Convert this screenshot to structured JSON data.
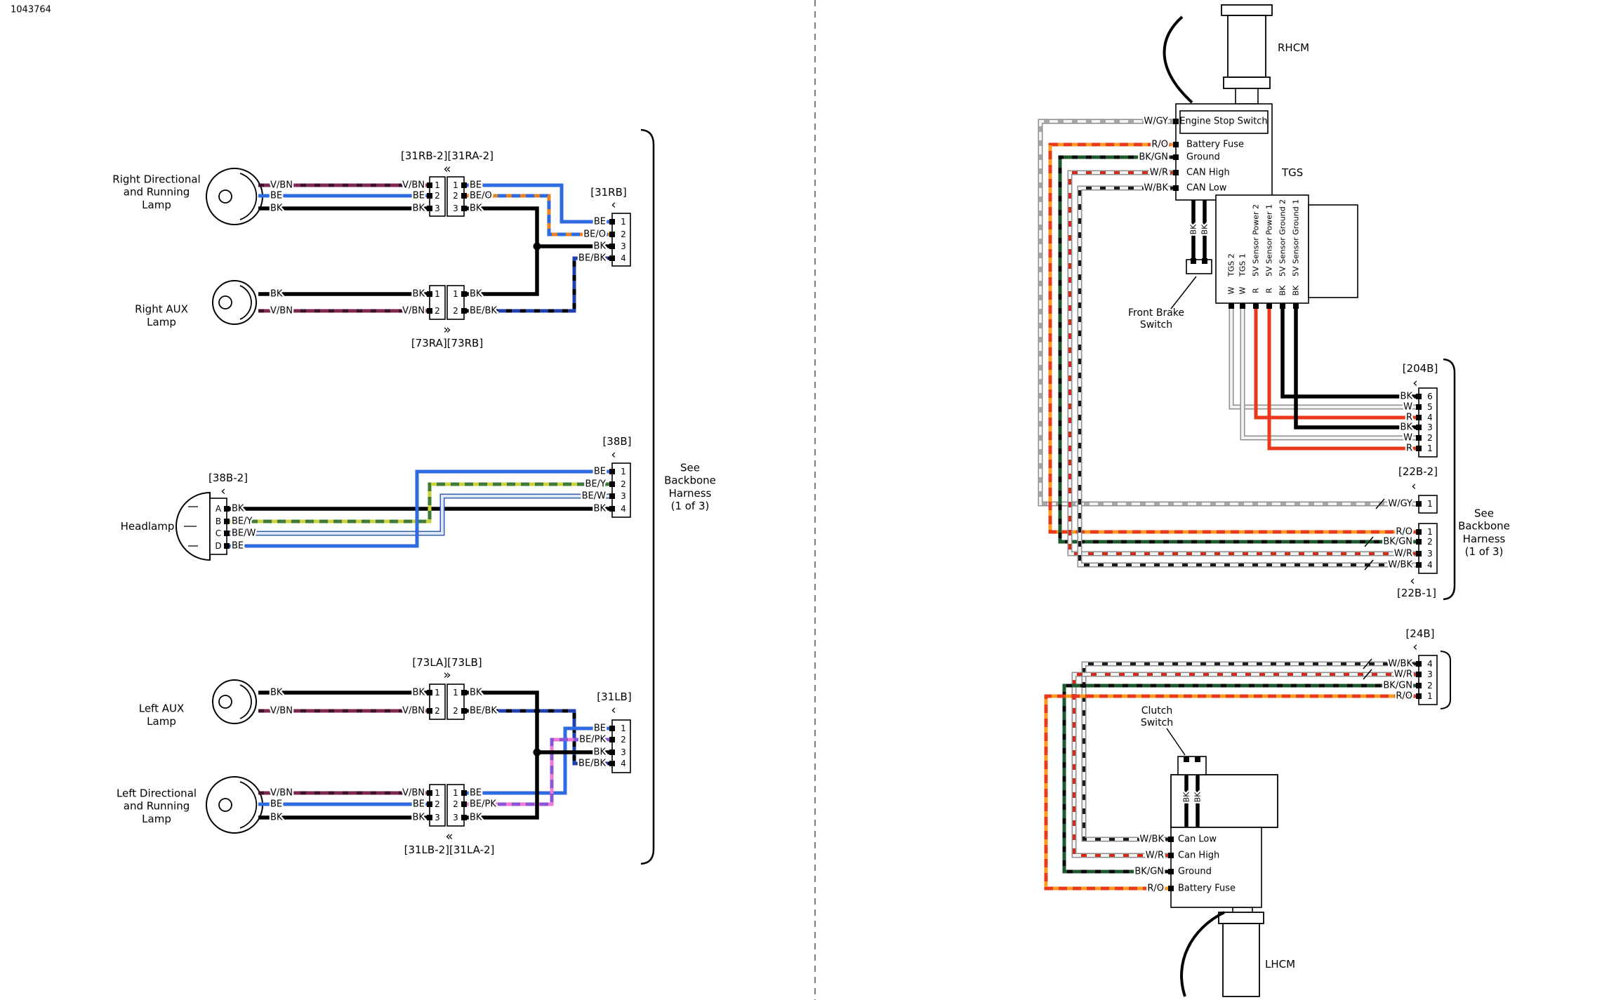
{
  "doc_number": "1043764",
  "icons": {
    "chevron_in": "«",
    "chevron_out": "»",
    "chevron": "‹"
  },
  "colors": {
    "BK": {
      "base": "#000000"
    },
    "BE": {
      "base": "#2e6ae0"
    },
    "V/BN": {
      "base": "#7d2750",
      "stripe": "#3c1026"
    },
    "BE/O": {
      "base": "#2e6ae0",
      "stripe": "#e8821e"
    },
    "BE/BK": {
      "base": "#1f3fae",
      "stripe": "#000000"
    },
    "BE/Y": {
      "base": "#3f7a3a",
      "stripe": "#c9d43a"
    },
    "BE/W": {
      "base": "#dce8fa",
      "outline": "#3a5fb0"
    },
    "BE/PK": {
      "base": "#8a55d8",
      "stripe": "#ef7ad8"
    },
    "W/GY": {
      "base": "#f2f2f2",
      "outline": "#8f8f8f",
      "stripe": "#a8a8a8"
    },
    "W/R": {
      "base": "#f2f2f2",
      "outline": "#8f8f8f",
      "stripe": "#d42a1a"
    },
    "W/BK": {
      "base": "#f2f2f2",
      "outline": "#8f8f8f",
      "stripe": "#1a1a1a"
    },
    "R/O": {
      "base": "#e8391a",
      "stripe": "#ff9a20"
    },
    "BK/GN": {
      "base": "#1c5a2e",
      "stripe": "#0a0a0a"
    },
    "W": {
      "base": "#f2f2f2",
      "outline": "#8f8f8f"
    },
    "R": {
      "base": "#e8391a"
    }
  },
  "left": {
    "lamps": {
      "right_directional": "Right Directional\nand Running\nLamp",
      "right_aux": "Right AUX\nLamp",
      "headlamp": "Headlamp",
      "left_aux": "Left AUX\nLamp",
      "left_directional": "Left Directional\nand Running\nLamp"
    },
    "note": "See\nBackbone\nHarness\n(1 of 3)",
    "connectors": {
      "c31r_pair": {
        "label": "[31RB-2][31RA-2]",
        "pins": [
          "1",
          "2",
          "3"
        ],
        "left_wires": [
          "V/BN",
          "BE",
          "BK"
        ],
        "right_wires": [
          "BE",
          "BE/O",
          "BK"
        ]
      },
      "c31rb": {
        "label": "[31RB]",
        "pins": [
          "1",
          "2",
          "3",
          "4"
        ],
        "wires": [
          "BE",
          "BE/O",
          "BK",
          "BE/BK"
        ]
      },
      "c73r_pair": {
        "label": "[73RA][73RB]",
        "pins": [
          "1",
          "2"
        ],
        "left_wires": [
          "BK",
          "V/BN"
        ],
        "right_wires": [
          "BK",
          "BE/BK"
        ]
      },
      "c38b2": {
        "label": "[38B-2]",
        "pins": [
          "A",
          "B",
          "C",
          "D"
        ],
        "wires": [
          "BK",
          "BE/Y",
          "BE/W",
          "BE"
        ]
      },
      "c38b": {
        "label": "[38B]",
        "pins": [
          "1",
          "2",
          "3",
          "4"
        ],
        "wires": [
          "BE",
          "BE/Y",
          "BE/W",
          "BK"
        ]
      },
      "c73l_pair": {
        "label": "[73LA][73LB]",
        "pins": [
          "1",
          "2"
        ],
        "left_wires": [
          "BK",
          "V/BN"
        ],
        "right_wires": [
          "BK",
          "BE/BK"
        ]
      },
      "c31lb": {
        "label": "[31LB]",
        "pins": [
          "1",
          "2",
          "3",
          "4"
        ],
        "wires": [
          "BE",
          "BE/PK",
          "BK",
          "BE/BK"
        ]
      },
      "c31l_pair": {
        "label": "[31LB-2][31LA-2]",
        "pins": [
          "1",
          "2",
          "3"
        ],
        "left_wires": [
          "V/BN",
          "BE",
          "BK"
        ],
        "right_wires": [
          "BE",
          "BE/PK",
          "BK"
        ]
      }
    }
  },
  "right": {
    "rhcm": {
      "title": "RHCM",
      "rows": [
        "Engine Stop Switch",
        "Battery Fuse",
        "Ground",
        "CAN High",
        "CAN Low"
      ],
      "wires": [
        "W/GY",
        "R/O",
        "BK/GN",
        "W/R",
        "W/BK"
      ]
    },
    "tgs": {
      "title": "TGS",
      "signals": [
        "TGS 2",
        "TGS 1",
        "5V Sensor Power 2",
        "5V Sensor Power 1",
        "5V Sensor Ground 2",
        "5V Sensor Ground 1"
      ],
      "pin_letters": [
        "W",
        "W",
        "R",
        "R",
        "BK",
        "BK"
      ]
    },
    "front_brake": {
      "label": "Front Brake\nSwitch",
      "wires": [
        "BK",
        "BK"
      ]
    },
    "clutch": {
      "label": "Clutch\nSwitch",
      "wires": [
        "BK",
        "BK"
      ]
    },
    "lhcm": {
      "title": "LHCM",
      "rows": [
        "Can Low",
        "Can High",
        "Ground",
        "Battery Fuse"
      ],
      "wires": [
        "W/BK",
        "W/R",
        "BK/GN",
        "R/O"
      ]
    },
    "note": "See\nBackbone\nHarness\n(1 of 3)",
    "connectors": {
      "c204b": {
        "label": "[204B]",
        "pins": [
          "6",
          "5",
          "4",
          "3",
          "2",
          "1"
        ],
        "wires": [
          "BK",
          "W",
          "R",
          "BK",
          "W",
          "R"
        ]
      },
      "c22b2": {
        "label": "[22B-2]",
        "pins": [
          "1"
        ],
        "wires": [
          "W/GY"
        ]
      },
      "c22b1": {
        "label": "[22B-1]",
        "pins": [
          "1",
          "2",
          "3",
          "4"
        ],
        "wires": [
          "R/O",
          "BK/GN",
          "W/R",
          "W/BK"
        ]
      },
      "c24b": {
        "label": "[24B]",
        "pins": [
          "4",
          "3",
          "2",
          "1"
        ],
        "wires": [
          "W/BK",
          "W/R",
          "BK/GN",
          "R/O"
        ]
      }
    }
  }
}
